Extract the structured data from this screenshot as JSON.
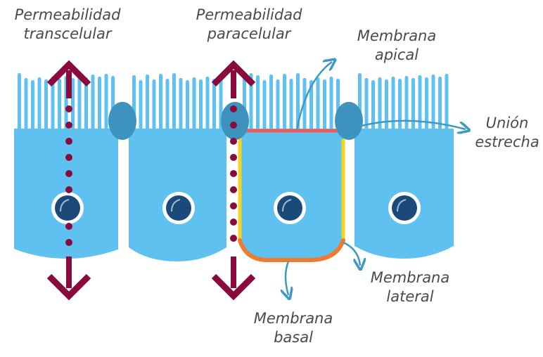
{
  "labels": {
    "transcellular": {
      "line1": "Permeabilidad",
      "line2": "transcelular"
    },
    "paracellular": {
      "line1": "Permeabilidad",
      "line2": "paracelular"
    },
    "apical": {
      "line1": "Membrana",
      "line2": "apical"
    },
    "tight_junction": {
      "line1": "Unión",
      "line2": "estrecha"
    },
    "lateral": {
      "line1": "Membrana",
      "line2": "lateral"
    },
    "basal": {
      "line1": "Membrana",
      "line2": "basal"
    }
  },
  "colors": {
    "cell": "#5ec1ef",
    "junction": "#3d93be",
    "nucleus": "#1b4a7a",
    "permeability_arrow": "#8a0a3e",
    "apical_membrane": "#f0595a",
    "lateral_membrane": "#f7d51b",
    "basal_membrane": "#f07a2e",
    "pointer": "#3e98c4",
    "text": "#4a4a4a"
  },
  "icons": [
    "transcellular-arrow",
    "paracellular-arrow",
    "cell",
    "nucleus",
    "tight-junction",
    "microvilli",
    "pointer-arrow"
  ]
}
